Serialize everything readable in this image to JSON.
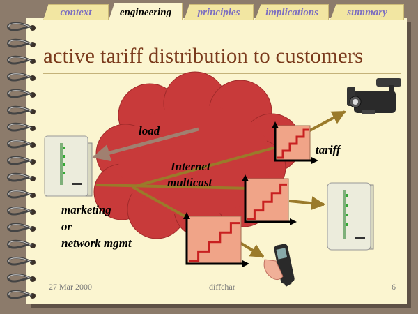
{
  "tabs": [
    {
      "label": "context",
      "active": false
    },
    {
      "label": "engineering",
      "active": true
    },
    {
      "label": "principles",
      "active": false
    },
    {
      "label": "implications",
      "active": false
    },
    {
      "label": "summary",
      "active": false
    }
  ],
  "title": "active tariff distribution to customers",
  "diagram": {
    "cloud_label": "Internet multicast",
    "cloud_label_line1": "Internet",
    "cloud_label_line2": "multicast",
    "load_label": "load",
    "tariff_label": "tariff",
    "source_label_line1": "marketing",
    "source_label_line2": "or",
    "source_label_line3": "network mgmt",
    "colors": {
      "cloud": "#c83a3a",
      "arrow": "#9a7a2a",
      "tariff_box": "#f0a488",
      "tariff_step": "#c82020"
    }
  },
  "footer": {
    "date": "27 Mar 2000",
    "center": "diffchar",
    "page": "6"
  }
}
